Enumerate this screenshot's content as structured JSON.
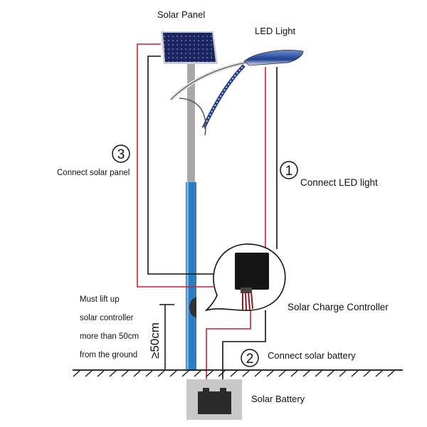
{
  "labels": {
    "solar_panel": "Solar Panel",
    "led_light": "LED Light",
    "connect_solar_panel": "Connect solar panel",
    "connect_led_light": "Connect LED light",
    "solar_charge_controller": "Solar Charge Controller",
    "connect_solar_battery": "Connect solar battery",
    "solar_battery": "Solar Battery",
    "height_mark": "≥50cm",
    "note": [
      "Must lift up",
      "solar controller",
      "more than 50cm",
      "from the ground"
    ]
  },
  "steps": {
    "one": "1",
    "two": "2",
    "three": "3"
  },
  "colors": {
    "positive_wire": "#c0272d",
    "negative_wire": "#111111",
    "pole_blue": "#2a7fc4",
    "pole_gray": "#a9a9a9",
    "battery_box": "#c8c8c8"
  }
}
